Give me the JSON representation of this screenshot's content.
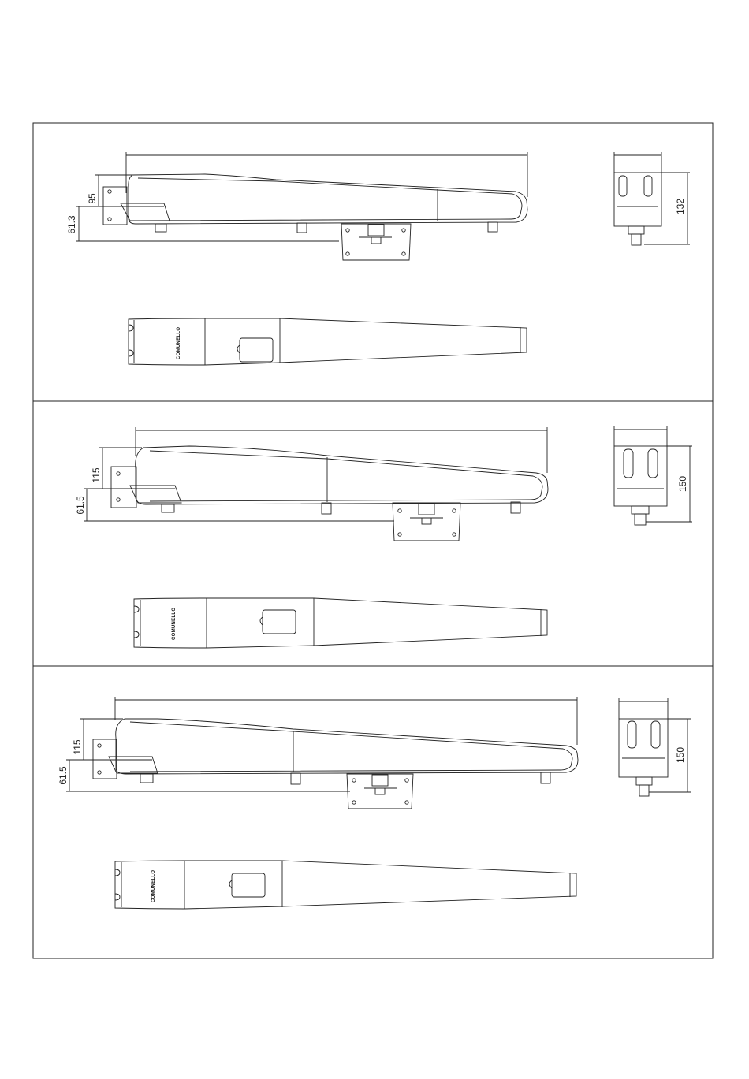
{
  "panels": [
    {
      "id": "panel-1",
      "dims": {
        "height": "95",
        "offset": "61.3",
        "end_height": "132"
      },
      "brand": "COMUNELLO"
    },
    {
      "id": "panel-2",
      "dims": {
        "height": "115",
        "offset": "61.5",
        "end_height": "150"
      },
      "brand": "COMUNELLO"
    },
    {
      "id": "panel-3",
      "dims": {
        "height": "115",
        "offset": "61.5",
        "end_height": "150"
      },
      "brand": "COMUNELLO"
    }
  ]
}
